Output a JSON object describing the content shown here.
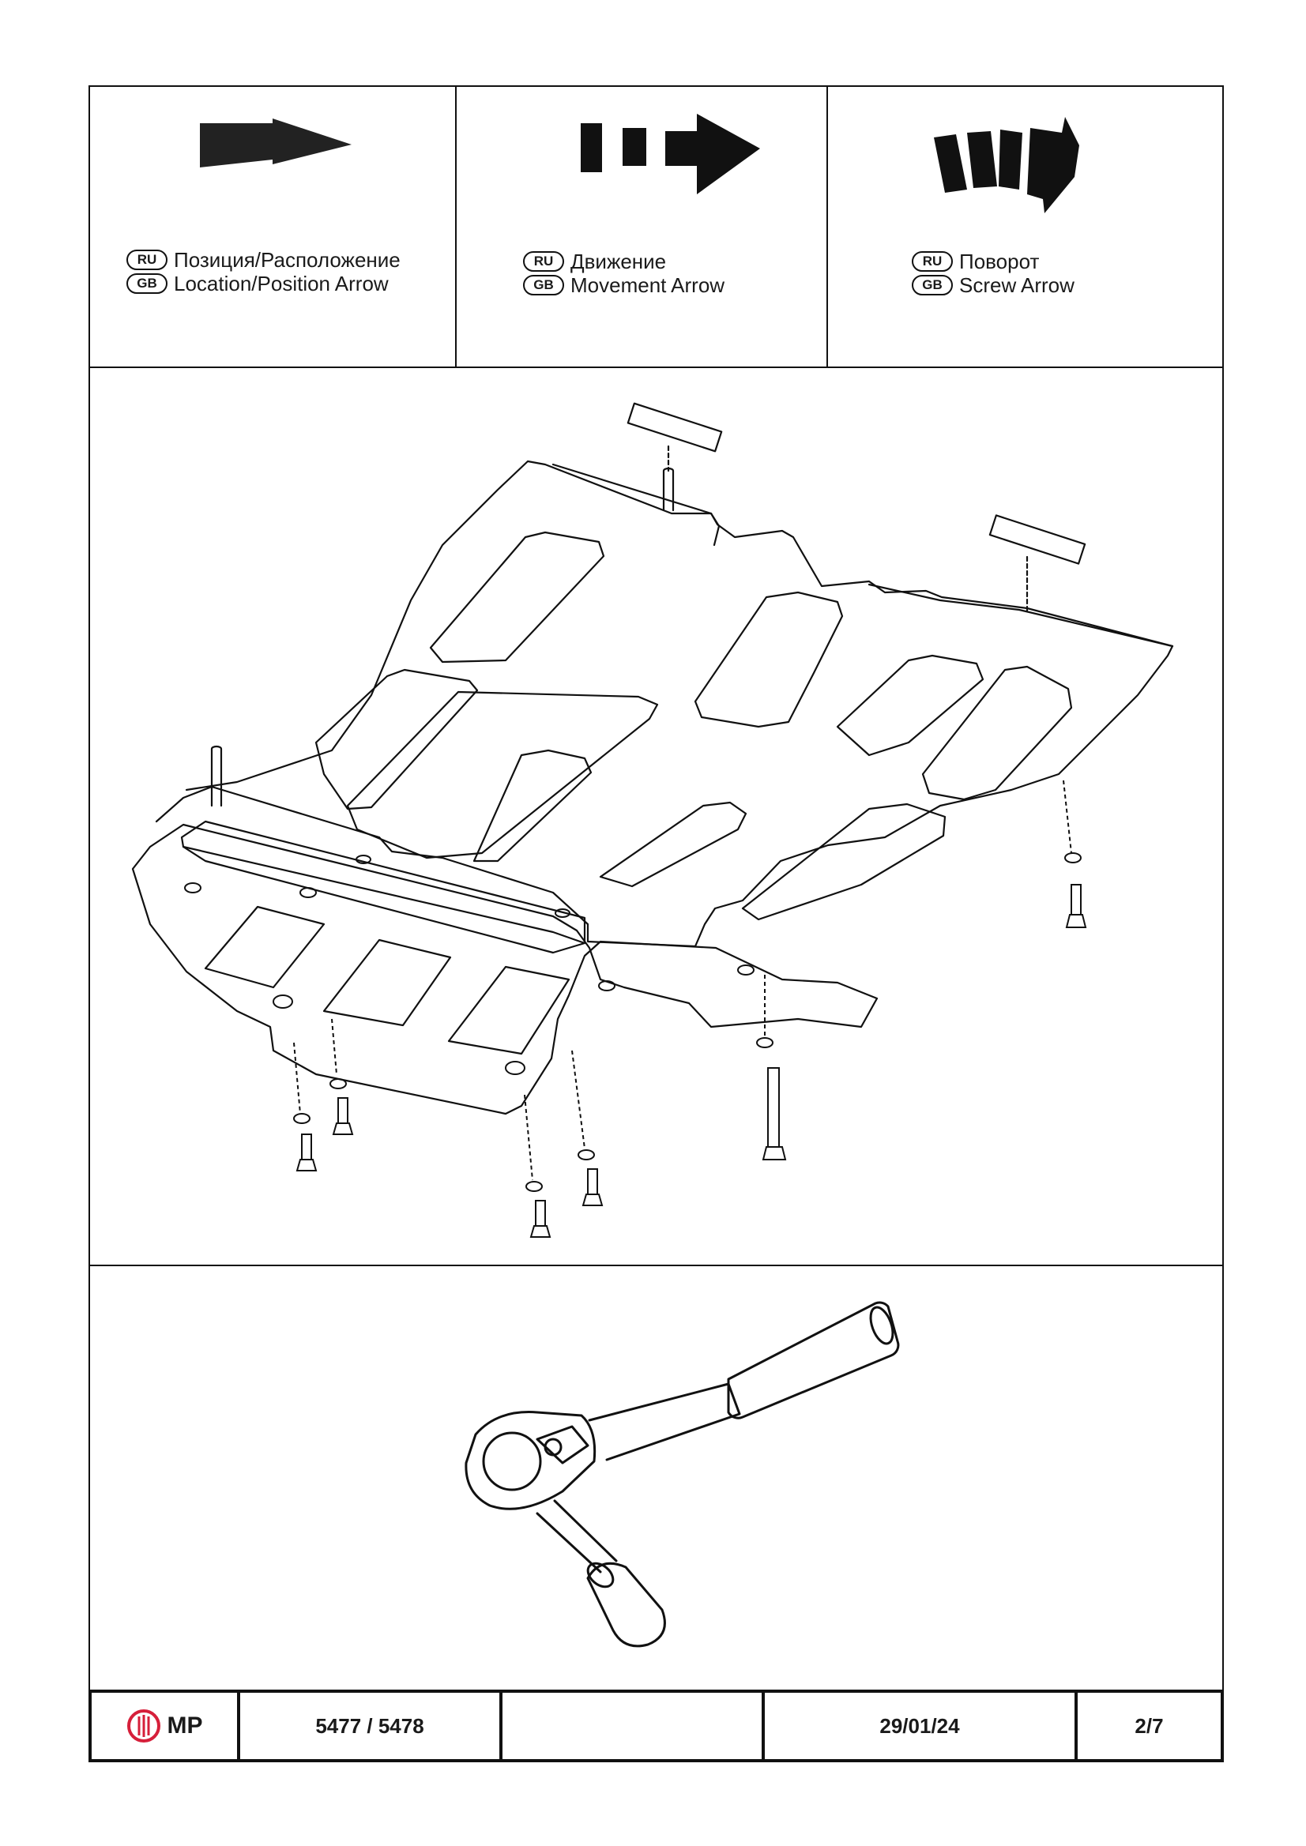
{
  "legend": [
    {
      "ru_code": "RU",
      "gb_code": "GB",
      "ru_text": "Позиция/Расположение",
      "gb_text": "Location/Position Arrow",
      "icon": "location-arrow-icon"
    },
    {
      "ru_code": "RU",
      "gb_code": "GB",
      "ru_text": "Движение",
      "gb_text": "Movement Arrow",
      "icon": "movement-arrow-icon"
    },
    {
      "ru_code": "RU",
      "gb_code": "GB",
      "ru_text": "Поворот",
      "gb_text": "Screw Arrow",
      "icon": "screw-arrow-icon"
    }
  ],
  "footer": {
    "logo_text": "MP",
    "logo_color": "#d61f3a",
    "part_numbers": "5477 / 5478",
    "empty_field": "",
    "date": "29/01/24",
    "page": "2/7"
  }
}
